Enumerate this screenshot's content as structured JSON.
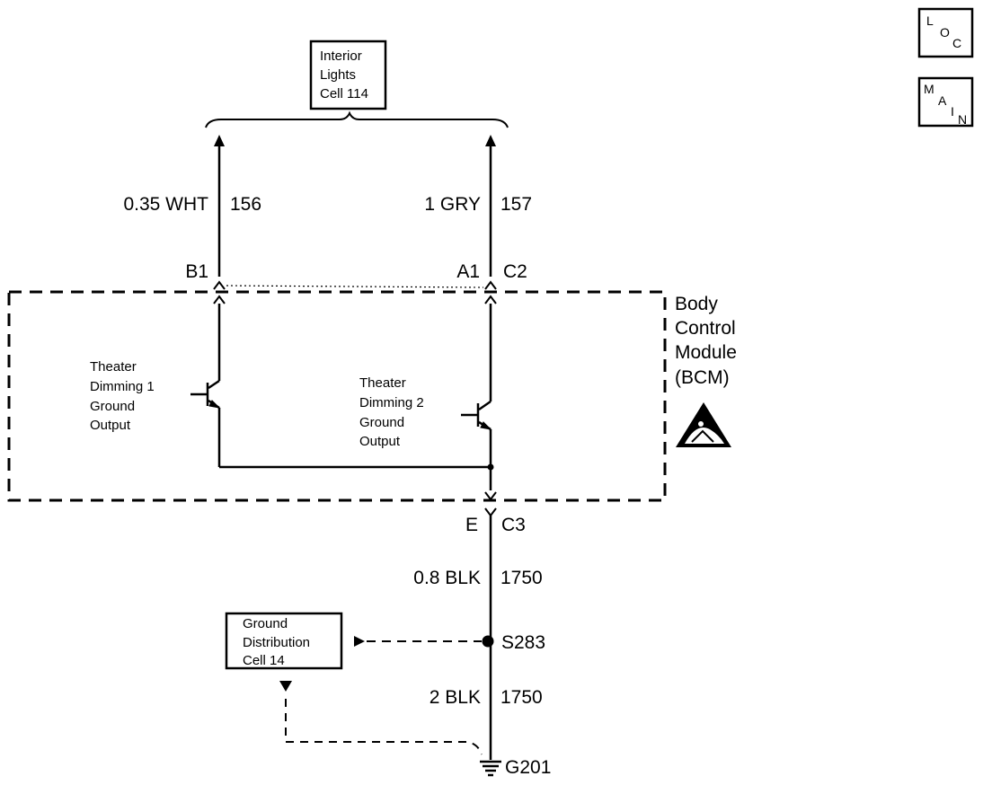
{
  "nav": {
    "loc": [
      "L",
      "O",
      "C"
    ],
    "main": [
      "M",
      "A",
      "I",
      "N"
    ]
  },
  "interior_box": [
    "Interior",
    "Lights",
    "Cell 114"
  ],
  "wires": {
    "left": {
      "gauge": "0.35 WHT",
      "circuit": "156",
      "pin": "B1"
    },
    "right": {
      "gauge": "1 GRY",
      "circuit": "157",
      "pin": "A1",
      "connector": "C2"
    },
    "bottom": {
      "pin": "E",
      "connector": "C3",
      "gauge": "0.8 BLK",
      "circuit": "1750"
    },
    "lower": {
      "gauge": "2 BLK",
      "circuit": "1750"
    }
  },
  "bcm": [
    "Body",
    "Control",
    "Module",
    "(BCM)"
  ],
  "transistors": {
    "t1": [
      "Theater",
      "Dimming 1",
      "Ground",
      "Output"
    ],
    "t2": [
      "Theater",
      "Dimming 2",
      "Ground",
      "Output"
    ]
  },
  "splice": "S283",
  "ground": "G201",
  "ground_box": [
    "Ground",
    "Distribution",
    "Cell 14"
  ]
}
